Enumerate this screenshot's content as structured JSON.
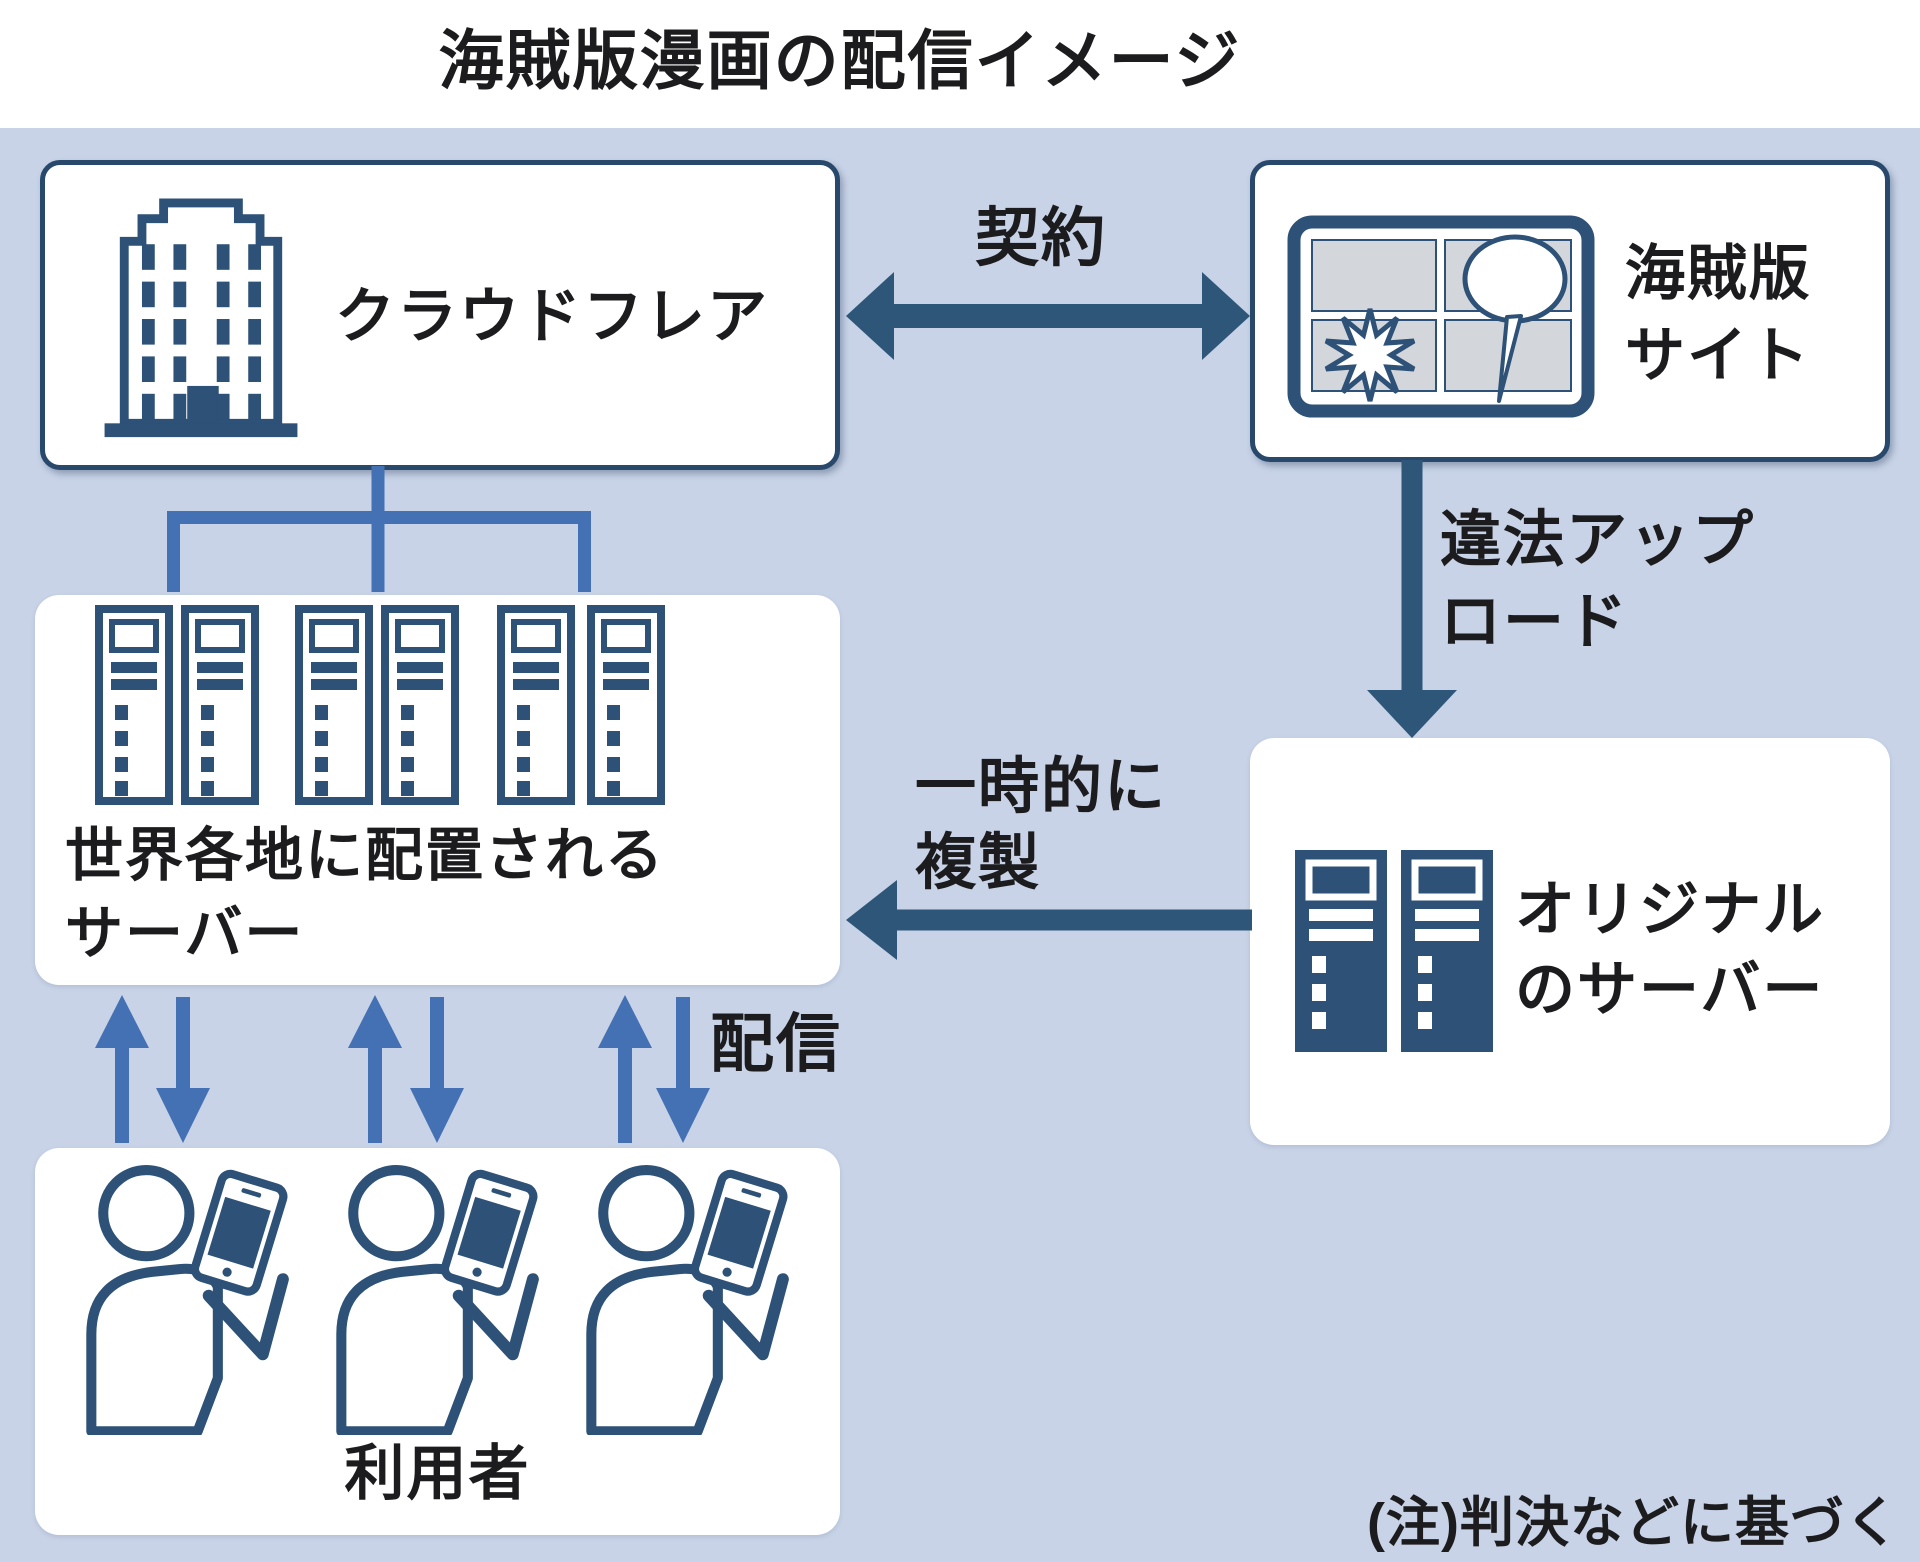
{
  "title": "海賊版漫画の配信イメージ",
  "note": "(注)判決などに基づく",
  "colors": {
    "background": "#c8d3e7",
    "navy": "#2d5177",
    "border_navy": "#28496b",
    "bright_blue": "#4470b4",
    "dark_arrow": "#2e5679",
    "panel_gray": "#d3d6da",
    "text": "#1c1c1e"
  },
  "nodes": {
    "cloudflare": {
      "label": "クラウドフレア",
      "icon": "building-icon"
    },
    "pirate_site": {
      "lines": [
        "海賊版",
        "サイト"
      ],
      "icon": "manga-page-icon"
    },
    "edge_servers": {
      "lines": [
        "世界各地に配置される",
        "サーバー"
      ],
      "icon": "server-rack-icon"
    },
    "original_server": {
      "lines": [
        "オリジナル",
        "のサーバー"
      ],
      "icon": "server-rack-solid-icon"
    },
    "users": {
      "label": "利用者",
      "icon": "person-phone-icon"
    }
  },
  "edges": {
    "contract": {
      "label": "契約"
    },
    "illegal_upload": {
      "lines": [
        "違法アップ",
        "ロード"
      ]
    },
    "temporary_copy": {
      "lines": [
        "一時的に",
        "複製"
      ]
    },
    "delivery": {
      "label": "配信"
    }
  }
}
